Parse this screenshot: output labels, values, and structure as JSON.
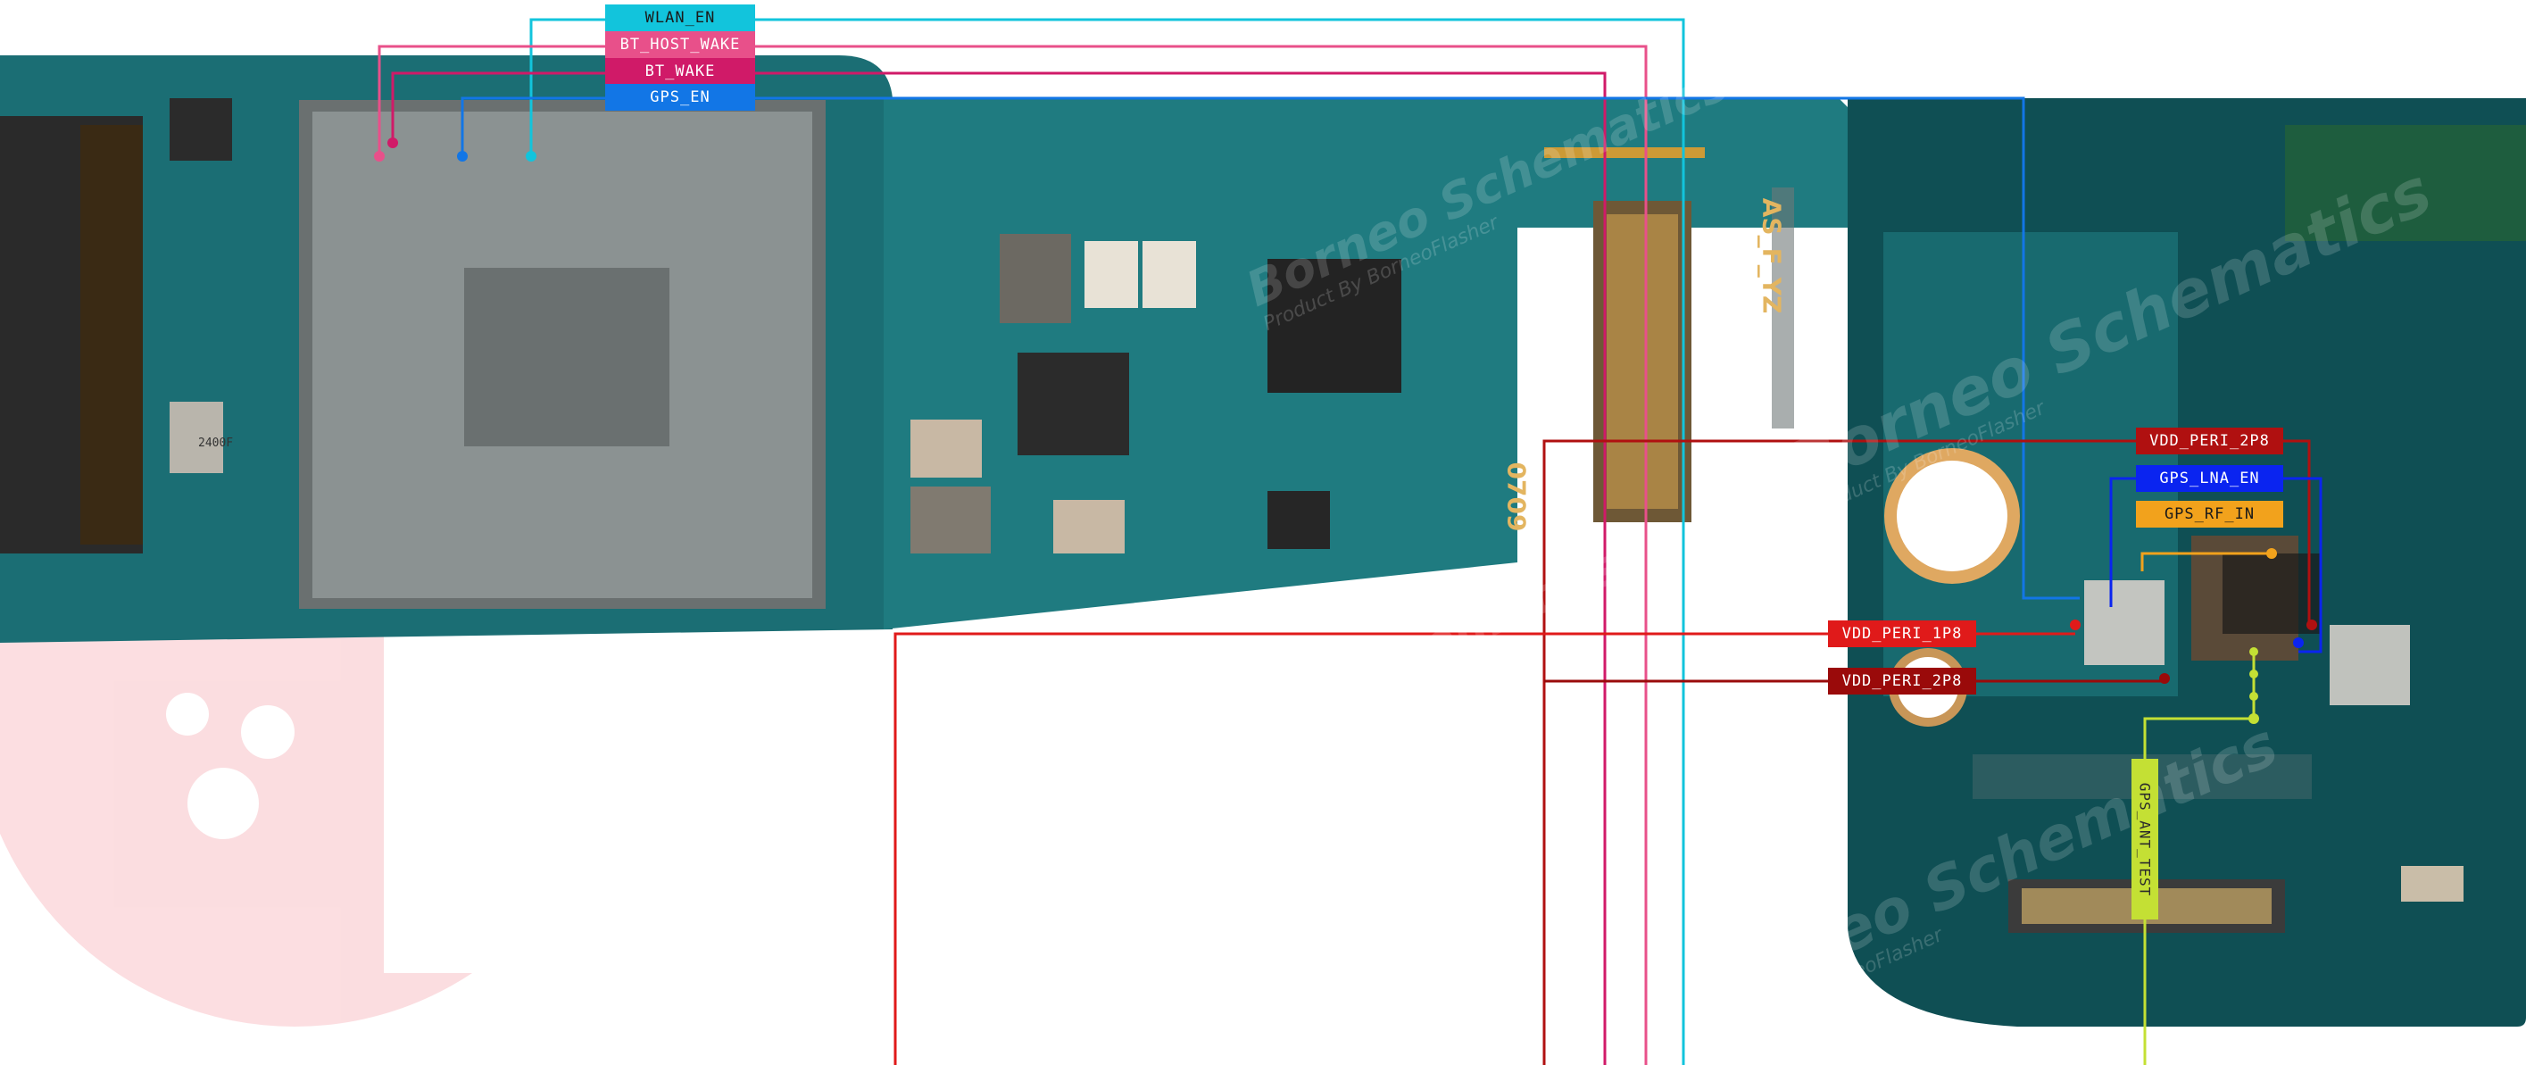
{
  "board_text": {
    "chip_marking": "2400F",
    "silkscreen_1": "AS_F_YZ",
    "silkscreen_2": "0709"
  },
  "watermark": {
    "brand": "Borneo Schematics",
    "byline": "Product By BorneoFlasher"
  },
  "signals": [
    {
      "name": "WLAN_EN",
      "color": "#12c4dc"
    },
    {
      "name": "BT_HOST_WAKE",
      "color": "#e8508a"
    },
    {
      "name": "BT_WAKE",
      "color": "#d01a68"
    },
    {
      "name": "GPS_EN",
      "color": "#1276e6"
    },
    {
      "name": "VDD_PERI_2P8",
      "color": "#b01010"
    },
    {
      "name": "GPS_LNA_EN",
      "color": "#0a24f0"
    },
    {
      "name": "GPS_RF_IN",
      "color": "#f2a21c"
    },
    {
      "name": "VDD_PERI_1P8",
      "color": "#e01a1a"
    },
    {
      "name": "VDD_PERI_2P8",
      "color": "#9a0a0a"
    },
    {
      "name": "GPS_ANT_TEST",
      "color": "#c4e034"
    }
  ]
}
